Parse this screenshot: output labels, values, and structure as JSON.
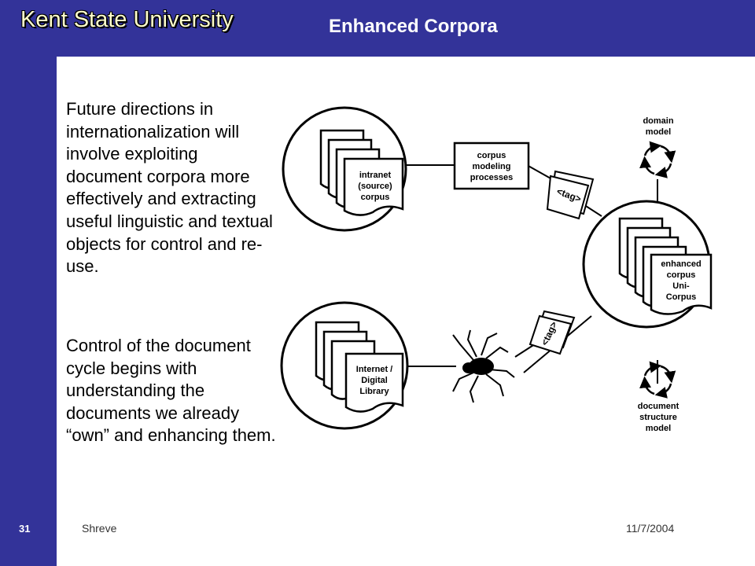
{
  "header": {
    "university": "Kent State University",
    "title": "Enhanced Corpora"
  },
  "body": {
    "paragraphs": [
      "Future directions in internationalization will involve exploiting document corpora more effectively and extracting useful linguistic and textual objects for control and re-use.",
      "Control of the document cycle begins with understanding the documents we already “own” and enhancing them."
    ]
  },
  "footer": {
    "slide_number": "31",
    "author": "Shreve",
    "date": "11/7/2004"
  },
  "diagram": {
    "intranet_corpus": [
      "intranet",
      "(source)",
      "corpus"
    ],
    "corpus_modeling": [
      "corpus",
      "modeling",
      "processes"
    ],
    "tag_label": "<tag>",
    "domain_model": [
      "domain",
      "model"
    ],
    "enhanced_corpus": [
      "enhanced",
      "corpus",
      "Uni-",
      "Corpus"
    ],
    "internet_library": [
      "Internet /",
      "Digital",
      "Library"
    ],
    "document_structure_model": [
      "document",
      "structure",
      "model"
    ]
  },
  "colors": {
    "band": "#333399",
    "university_text": "#ffffcc",
    "title_text": "#ffffff"
  }
}
